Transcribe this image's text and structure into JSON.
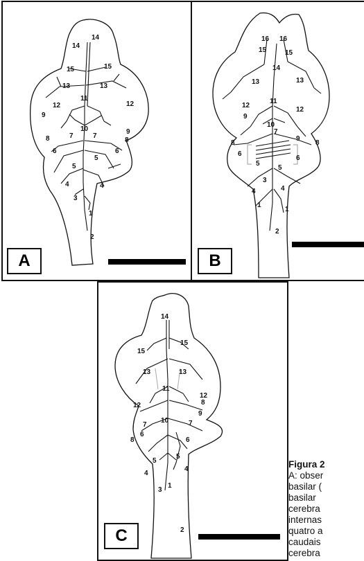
{
  "panels": {
    "A": {
      "label": "A"
    },
    "B": {
      "label": "B"
    },
    "C": {
      "label": "C"
    }
  },
  "caption": {
    "title": "Figura 2",
    "lines": [
      "A: obser",
      "basilar (",
      "basilar",
      "cerebra",
      "internas",
      "quatro a",
      "caudais",
      "cerebra"
    ]
  },
  "colors": {
    "line": "#111111",
    "faint": "#9a9a9a"
  }
}
